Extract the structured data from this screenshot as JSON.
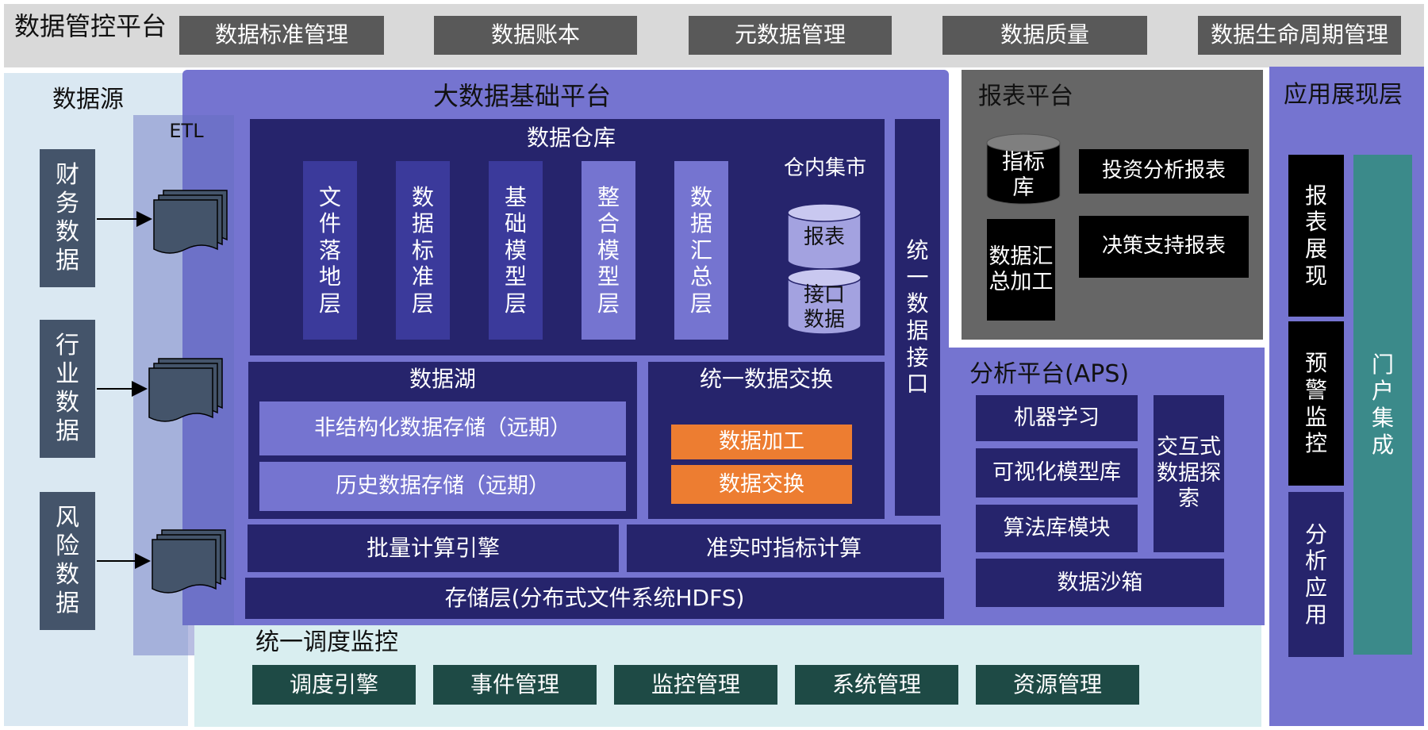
{
  "governance": {
    "title": "数据管控平台",
    "items": [
      "数据标准管理",
      "数据账本",
      "元数据管理",
      "数据质量",
      "数据生命周期管理"
    ]
  },
  "sources": {
    "title": "数据源",
    "etl": "ETL",
    "items": [
      "财务数据",
      "行业数据",
      "风险数据"
    ]
  },
  "bigdata": {
    "title": "大数据基础平台",
    "warehouse": {
      "title": "数据仓库",
      "layers": [
        "文件落地层",
        "数据标准层",
        "基础模型层",
        "整合模型层",
        "数据汇总层"
      ],
      "mart_title": "仓内集市",
      "marts": [
        "报表",
        "接口数据"
      ]
    },
    "unified_interface": "统一数据接口",
    "lake": {
      "title": "数据湖",
      "items": [
        "非结构化数据存储（远期）",
        "历史数据存储（远期）"
      ]
    },
    "exchange": {
      "title": "统一数据交换",
      "items": [
        "数据加工",
        "数据交换"
      ]
    },
    "batch": "批量计算引擎",
    "realtime": "准实时指标计算",
    "storage": "存储层(分布式文件系统HDFS)"
  },
  "scheduling": {
    "title": "统一调度监控",
    "items": [
      "调度引擎",
      "事件管理",
      "监控管理",
      "系统管理",
      "资源管理"
    ]
  },
  "report": {
    "title": "报表平台",
    "indicator_db": "指标库",
    "summary": "数据汇总加工",
    "items": [
      "投资分析报表",
      "决策支持报表"
    ]
  },
  "analysis": {
    "title": "分析平台(APS)",
    "items": [
      "机器学习",
      "可视化模型库",
      "算法库模块"
    ],
    "interactive": "交互式数据探索",
    "sandbox": "数据沙箱"
  },
  "app": {
    "title": "应用展现层",
    "items": [
      "报表展现",
      "预警监控",
      "分析应用"
    ],
    "portal": "门户集成"
  },
  "colors": {
    "governance_bg": "#d9d9d9",
    "gray_box": "#595959",
    "source_bg": "#dae8f2",
    "source_box": "#44546a",
    "platform_purple": "#7574d0",
    "navy": "#26246c",
    "mid_purple": "#3b3a9b",
    "lake_item": "#7574d0",
    "orange": "#ed7d31",
    "report_bg": "#666666",
    "black": "#000000",
    "teal": "#3b8a8a",
    "dark_teal": "#1e4a45",
    "schedule_bg": "#d9eef0"
  }
}
